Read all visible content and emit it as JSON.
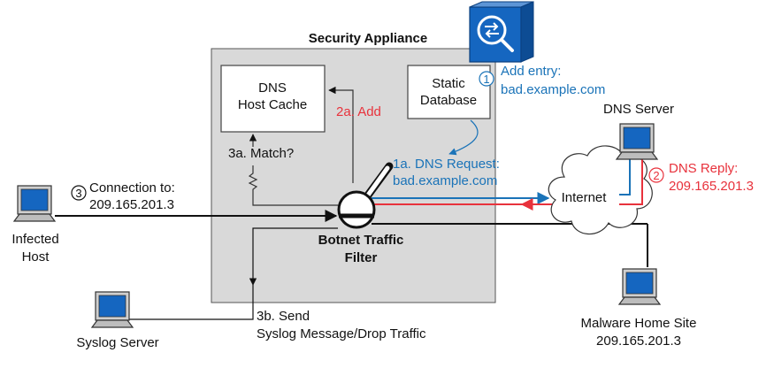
{
  "colors": {
    "blue": "#1a73b8",
    "red": "#e8323c",
    "appliance_fill": "#d9d9d9",
    "monitor_blue": "#1566c0",
    "device_grey": "#cfcfcf"
  },
  "appliance": {
    "title": "Security Appliance"
  },
  "dns_cache": {
    "line1": "DNS",
    "line2": "Host Cache"
  },
  "static_db": {
    "line1": "Static",
    "line2": "Database"
  },
  "filter": {
    "line1": "Botnet Traffic",
    "line2": "Filter"
  },
  "labels": {
    "add_num": "1",
    "add_entry_1": "Add entry:",
    "add_entry_2": "bad.example.com",
    "step_2a": "2a. Add",
    "step_3a": "3a. Match?",
    "step_1a_1": "1a. DNS Request:",
    "step_1a_2": "bad.example.com",
    "dns_server": "DNS Server",
    "reply_num": "2",
    "dns_reply_1": "DNS Reply:",
    "dns_reply_2": "209.165.201.3",
    "internet": "Internet",
    "conn_num": "3",
    "conn_1": "Connection to:",
    "conn_2": "209.165.201.3",
    "infected_1": "Infected",
    "infected_2": "Host",
    "step_3b_1": "3b. Send",
    "step_3b_2": "Syslog Message/Drop Traffic",
    "syslog": "Syslog Server",
    "malware_1": "Malware Home Site",
    "malware_2": "209.165.201.3"
  },
  "icons": {
    "appliance_device": "firewall-appliance-icon",
    "computers": "desktop-computer-icon",
    "cloud": "internet-cloud-icon",
    "filter": "magnifying-glass-icon"
  }
}
